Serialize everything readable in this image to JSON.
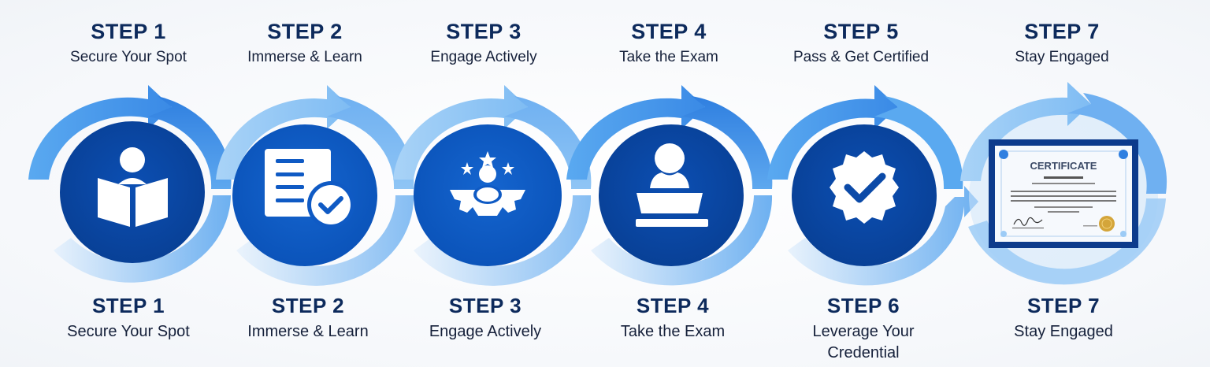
{
  "colors": {
    "heading": "#0d2a5c",
    "text": "#15203a",
    "circle_dark": "#0b4aa8",
    "circle_mid": "#0f5ac4",
    "arrow_light": "#8cc4f5",
    "arrow_mid": "#4f9eee",
    "arrow_dark": "#2f7fe0",
    "certificate_frame": "#0d3b8c",
    "seal_gold": "#d4a53a"
  },
  "top_labels": [
    {
      "step": "STEP 1",
      "desc": "Secure Your Spot"
    },
    {
      "step": "STEP 2",
      "desc": "Immerse & Learn"
    },
    {
      "step": "STEP 3",
      "desc": "Engage Actively"
    },
    {
      "step": "STEP 4",
      "desc": "Take the Exam"
    },
    {
      "step": "STEP 5",
      "desc": "Pass & Get Certified"
    },
    {
      "step": "STEP 7",
      "desc": "Stay Engaged"
    }
  ],
  "bottom_labels": [
    {
      "step": "STEP 1",
      "desc": "Secure Your Spot"
    },
    {
      "step": "STEP 2",
      "desc": "Immerse & Learn"
    },
    {
      "step": "STEP 3",
      "desc": "Engage Actively"
    },
    {
      "step": "STEP 4",
      "desc": "Take the Exam"
    },
    {
      "step": "STEP 6",
      "desc_line1": "Leverage Your",
      "desc_line2": "Credential"
    },
    {
      "step": "STEP 7",
      "desc": "Stay Engaged"
    }
  ],
  "nodes": [
    {
      "icon": "person-reading-book-icon"
    },
    {
      "icon": "document-checkmark-icon"
    },
    {
      "icon": "person-gear-stars-icon"
    },
    {
      "icon": "person-at-desk-exam-icon"
    },
    {
      "icon": "badge-checkmark-icon"
    },
    {
      "icon": "certificate-icon"
    }
  ],
  "certificate": {
    "title": "CERTIFICATE"
  }
}
